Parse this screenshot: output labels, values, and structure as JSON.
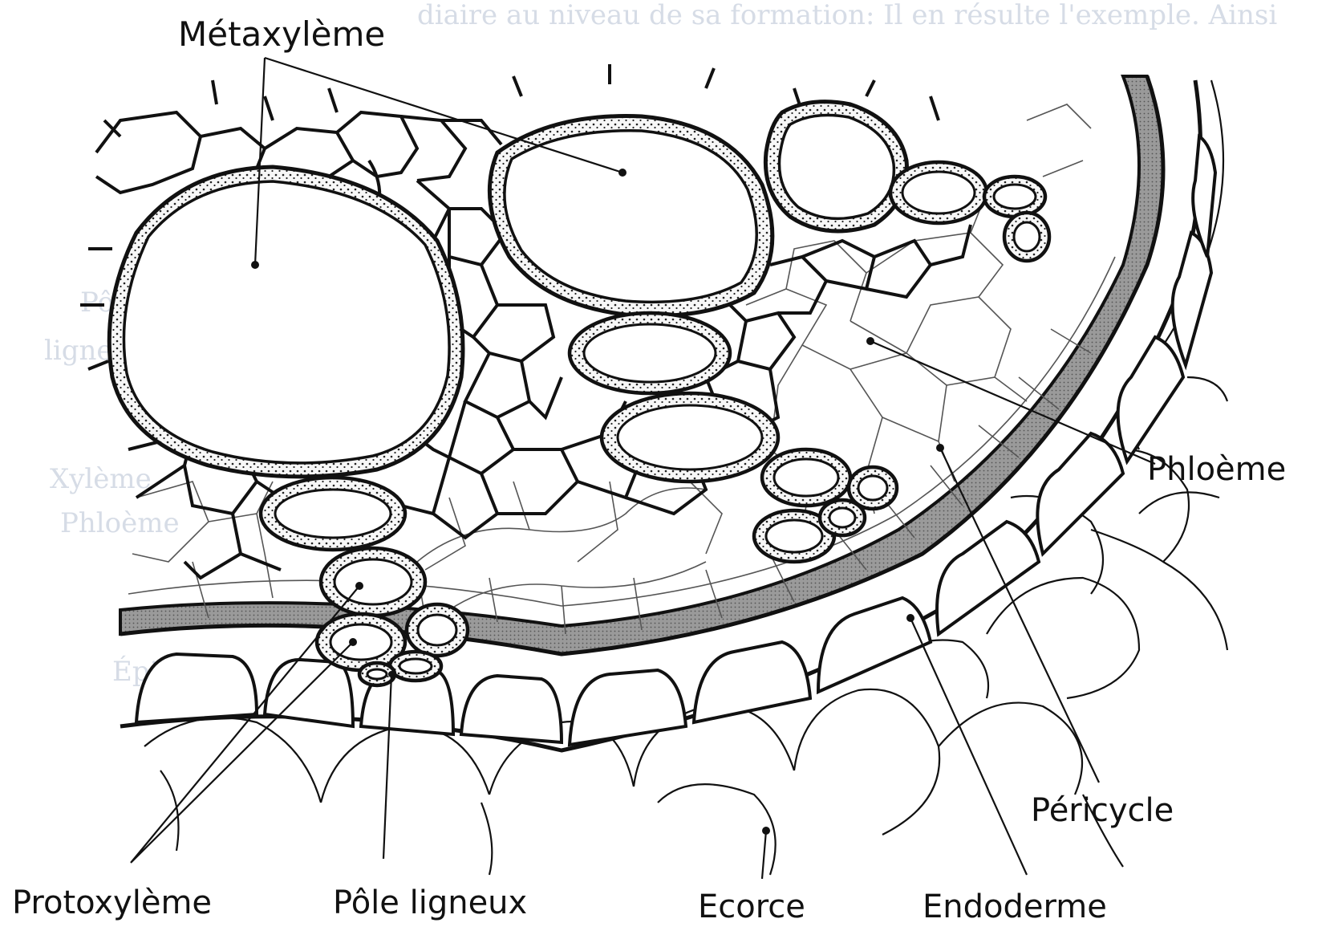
{
  "colors": {
    "ink": "#111111",
    "stipple_fill": "#f3f3f3",
    "endoderm_band": "#8f8f8f",
    "faint_cells": "#555555",
    "bleed_through": "#d6dce6",
    "background": "#ffffff"
  },
  "labels": {
    "metaxyleme": "Métaxylème",
    "phloeme": "Phloème",
    "pericycle": "Péricycle",
    "protoxyleme": "Protoxylème",
    "pole_ligneux": "Pôle ligneux",
    "ecorce": "Ecorce",
    "endoderme": "Endoderme"
  },
  "bleed_through": {
    "top_line": "diaire au niveau de sa formation: Il en résulte l'exemple. Ainsi",
    "side_1": "Pôle",
    "side_2": "ligneux",
    "side_3": "Xylème",
    "side_4": "Phloème",
    "side_5": "Épiblème"
  }
}
